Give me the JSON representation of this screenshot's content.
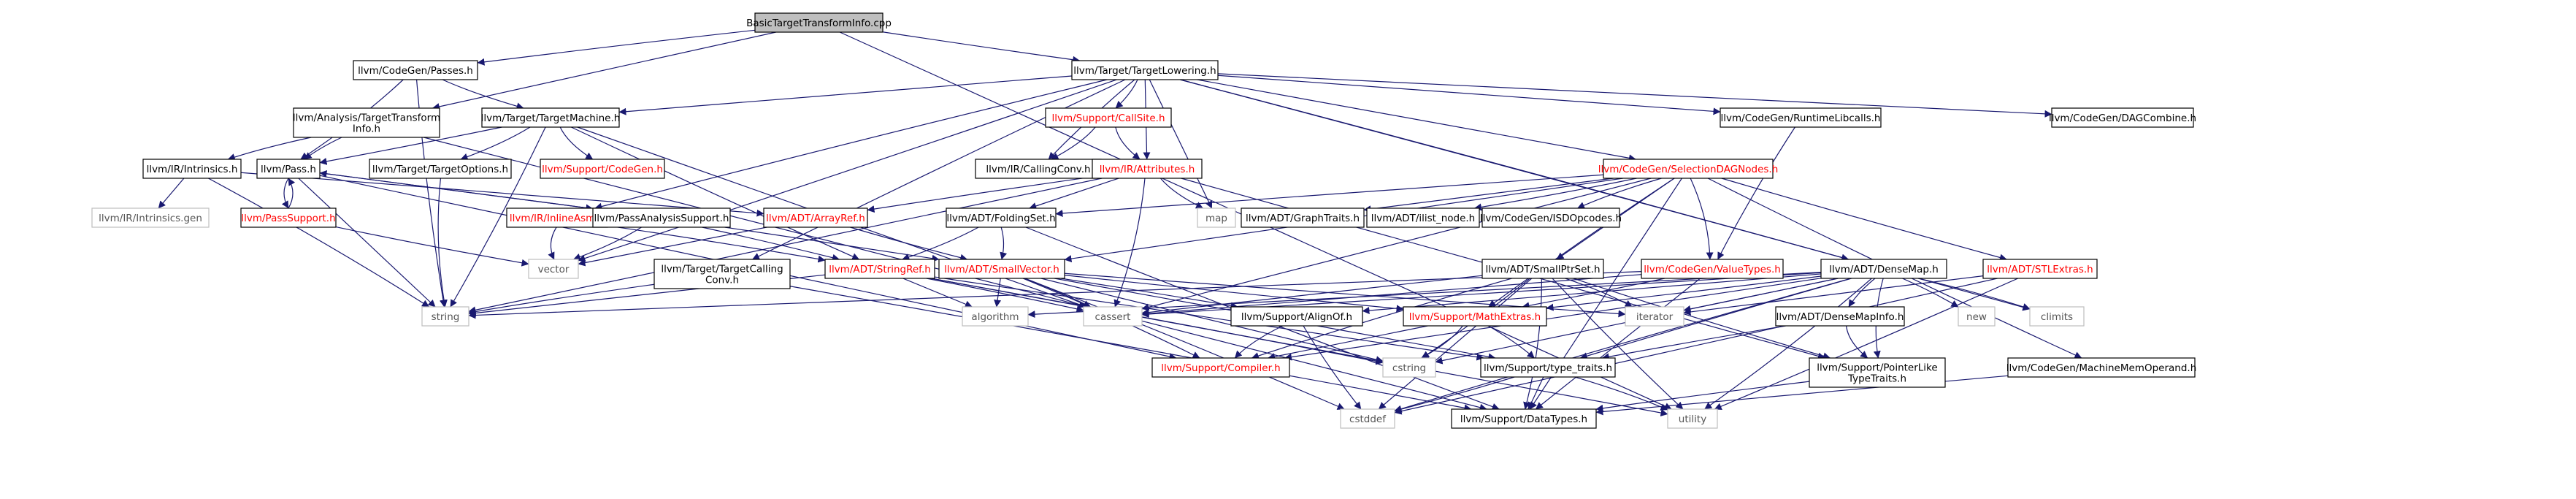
{
  "colors": {
    "root_fill": "#bfbfbf",
    "node_fill": "#ffffff",
    "node_stroke": "#000000",
    "text": "#000000",
    "red_text": "#ff0000",
    "ghost_stroke": "#bfbfbf",
    "ghost_text": "#555555",
    "edge": "#191970"
  },
  "nodes": [
    {
      "id": "root",
      "label": "BasicTargetTransformInfo.cpp",
      "style": "root"
    },
    {
      "id": "codegen_passes",
      "label": "llvm/CodeGen/Passes.h"
    },
    {
      "id": "target_lowering",
      "label": "llvm/Target/TargetLowering.h"
    },
    {
      "id": "analysis_tti",
      "label": "llvm/Analysis/TargetTransform\nInfo.h"
    },
    {
      "id": "target_machine",
      "label": "llvm/Target/TargetMachine.h"
    },
    {
      "id": "callsite",
      "label": "llvm/Support/CallSite.h",
      "style": "red"
    },
    {
      "id": "runtime_libcalls",
      "label": "llvm/CodeGen/RuntimeLibcalls.h"
    },
    {
      "id": "dag_combine",
      "label": "llvm/CodeGen/DAGCombine.h"
    },
    {
      "id": "ir_intrinsics",
      "label": "llvm/IR/Intrinsics.h"
    },
    {
      "id": "pass",
      "label": "llvm/Pass.h"
    },
    {
      "id": "target_options",
      "label": "llvm/Target/TargetOptions.h"
    },
    {
      "id": "support_codegen",
      "label": "llvm/Support/CodeGen.h",
      "style": "red"
    },
    {
      "id": "ir_callingconv",
      "label": "llvm/IR/CallingConv.h"
    },
    {
      "id": "ir_attributes",
      "label": "llvm/IR/Attributes.h",
      "style": "red"
    },
    {
      "id": "selection_dag_nodes",
      "label": "llvm/CodeGen/SelectionDAGNodes.h",
      "style": "red"
    },
    {
      "id": "intrinsics_gen",
      "label": "llvm/IR/Intrinsics.gen",
      "style": "ghost"
    },
    {
      "id": "pass_support",
      "label": "llvm/PassSupport.h",
      "style": "red"
    },
    {
      "id": "ir_inline_asm",
      "label": "llvm/IR/InlineAsm.h",
      "style": "red"
    },
    {
      "id": "pass_analysis_support",
      "label": "llvm/PassAnalysisSupport.h"
    },
    {
      "id": "adt_arrayref",
      "label": "llvm/ADT/ArrayRef.h",
      "style": "red"
    },
    {
      "id": "adt_foldingset",
      "label": "llvm/ADT/FoldingSet.h"
    },
    {
      "id": "map",
      "label": "map",
      "style": "ghost"
    },
    {
      "id": "adt_graphtraits",
      "label": "llvm/ADT/GraphTraits.h"
    },
    {
      "id": "adt_ilist_node",
      "label": "llvm/ADT/ilist_node.h"
    },
    {
      "id": "isd_opcodes",
      "label": "llvm/CodeGen/ISDOpcodes.h"
    },
    {
      "id": "adt_stlextras",
      "label": "llvm/ADT/STLExtras.h",
      "style": "red"
    },
    {
      "id": "vector",
      "label": "vector",
      "style": "ghost"
    },
    {
      "id": "target_callingconv",
      "label": "llvm/Target/TargetCalling\nConv.h"
    },
    {
      "id": "adt_stringref",
      "label": "llvm/ADT/StringRef.h",
      "style": "red"
    },
    {
      "id": "adt_smallvector",
      "label": "llvm/ADT/SmallVector.h",
      "style": "red"
    },
    {
      "id": "adt_smallptrset",
      "label": "llvm/ADT/SmallPtrSet.h"
    },
    {
      "id": "codegen_valuetypes",
      "label": "llvm/CodeGen/ValueTypes.h",
      "style": "red"
    },
    {
      "id": "adt_densemap",
      "label": "llvm/ADT/DenseMap.h"
    },
    {
      "id": "string",
      "label": "string",
      "style": "ghost"
    },
    {
      "id": "algorithm",
      "label": "algorithm",
      "style": "ghost"
    },
    {
      "id": "cassert",
      "label": "cassert",
      "style": "ghost"
    },
    {
      "id": "support_alignof",
      "label": "llvm/Support/AlignOf.h"
    },
    {
      "id": "support_mathextras",
      "label": "llvm/Support/MathExtras.h",
      "style": "red"
    },
    {
      "id": "iterator",
      "label": "iterator",
      "style": "ghost"
    },
    {
      "id": "adt_densemapinfo",
      "label": "llvm/ADT/DenseMapInfo.h"
    },
    {
      "id": "new",
      "label": "new",
      "style": "ghost"
    },
    {
      "id": "climits",
      "label": "climits",
      "style": "ghost"
    },
    {
      "id": "support_compiler",
      "label": "llvm/Support/Compiler.h",
      "style": "red"
    },
    {
      "id": "cstring",
      "label": "cstring",
      "style": "ghost"
    },
    {
      "id": "support_type_traits",
      "label": "llvm/Support/type_traits.h"
    },
    {
      "id": "support_pointerlike",
      "label": "llvm/Support/PointerLike\nTypeTraits.h"
    },
    {
      "id": "machine_mem_operand",
      "label": "llvm/CodeGen/MachineMemOperand.h"
    },
    {
      "id": "cstddef",
      "label": "cstddef",
      "style": "ghost"
    },
    {
      "id": "support_datatypes",
      "label": "llvm/Support/DataTypes.h"
    },
    {
      "id": "utility",
      "label": "utility",
      "style": "ghost"
    }
  ],
  "edges": [
    [
      "root",
      "codegen_passes"
    ],
    [
      "root",
      "target_lowering"
    ],
    [
      "root",
      "analysis_tti"
    ],
    [
      "root",
      "utility"
    ],
    [
      "codegen_passes",
      "pass"
    ],
    [
      "codegen_passes",
      "target_machine"
    ],
    [
      "codegen_passes",
      "string"
    ],
    [
      "target_lowering",
      "target_machine"
    ],
    [
      "target_lowering",
      "callsite"
    ],
    [
      "target_lowering",
      "runtime_libcalls"
    ],
    [
      "target_lowering",
      "dag_combine"
    ],
    [
      "target_lowering",
      "ir_callingconv"
    ],
    [
      "target_lowering",
      "ir_attributes"
    ],
    [
      "target_lowering",
      "selection_dag_nodes"
    ],
    [
      "target_lowering",
      "adt_densemap"
    ],
    [
      "target_lowering",
      "ir_inline_asm"
    ],
    [
      "target_lowering",
      "target_callingconv"
    ],
    [
      "target_lowering",
      "map"
    ],
    [
      "target_lowering",
      "vector"
    ],
    [
      "target_lowering",
      "climits"
    ],
    [
      "analysis_tti",
      "ir_intrinsics"
    ],
    [
      "analysis_tti",
      "pass"
    ],
    [
      "analysis_tti",
      "support_datatypes"
    ],
    [
      "target_machine",
      "pass"
    ],
    [
      "target_machine",
      "target_options"
    ],
    [
      "target_machine",
      "support_codegen"
    ],
    [
      "target_machine",
      "adt_stringref"
    ],
    [
      "target_machine",
      "cassert"
    ],
    [
      "target_machine",
      "string"
    ],
    [
      "callsite",
      "ir_callingconv"
    ],
    [
      "callsite",
      "ir_attributes"
    ],
    [
      "runtime_libcalls",
      "codegen_valuetypes"
    ],
    [
      "ir_intrinsics",
      "intrinsics_gen"
    ],
    [
      "ir_intrinsics",
      "adt_arrayref"
    ],
    [
      "ir_intrinsics",
      "string"
    ],
    [
      "pass",
      "pass_support"
    ],
    [
      "pass",
      "pass_analysis_support"
    ],
    [
      "pass",
      "string"
    ],
    [
      "pass",
      "support_compiler"
    ],
    [
      "pass_support",
      "pass"
    ],
    [
      "pass_support",
      "vector"
    ],
    [
      "pass_analysis_support",
      "pass"
    ],
    [
      "pass_analysis_support",
      "adt_smallvector"
    ],
    [
      "pass_analysis_support",
      "adt_stringref"
    ],
    [
      "pass_analysis_support",
      "vector"
    ],
    [
      "target_options",
      "string"
    ],
    [
      "ir_attributes",
      "adt_arrayref"
    ],
    [
      "ir_attributes",
      "adt_foldingset"
    ],
    [
      "ir_attributes",
      "support_pointerlike"
    ],
    [
      "ir_attributes",
      "cassert"
    ],
    [
      "ir_attributes",
      "map"
    ],
    [
      "ir_attributes",
      "string"
    ],
    [
      "selection_dag_nodes",
      "adt_foldingset"
    ],
    [
      "selection_dag_nodes",
      "adt_graphtraits"
    ],
    [
      "selection_dag_nodes",
      "adt_ilist_node"
    ],
    [
      "selection_dag_nodes",
      "isd_opcodes"
    ],
    [
      "selection_dag_nodes",
      "adt_stlextras"
    ],
    [
      "selection_dag_nodes",
      "adt_smallptrset"
    ],
    [
      "selection_dag_nodes",
      "adt_smallvector"
    ],
    [
      "selection_dag_nodes",
      "codegen_valuetypes"
    ],
    [
      "selection_dag_nodes",
      "machine_mem_operand"
    ],
    [
      "selection_dag_nodes",
      "support_mathextras"
    ],
    [
      "selection_dag_nodes",
      "support_datatypes"
    ],
    [
      "selection_dag_nodes",
      "cassert"
    ],
    [
      "ir_inline_asm",
      "adt_stringref"
    ],
    [
      "ir_inline_asm",
      "vector"
    ],
    [
      "adt_arrayref",
      "adt_smallvector"
    ],
    [
      "adt_arrayref",
      "vector"
    ],
    [
      "adt_foldingset",
      "adt_smallvector"
    ],
    [
      "adt_foldingset",
      "adt_stringref"
    ],
    [
      "adt_foldingset",
      "support_datatypes"
    ],
    [
      "adt_stlextras",
      "cstddef"
    ],
    [
      "adt_stlextras",
      "iterator"
    ],
    [
      "adt_stlextras",
      "utility"
    ],
    [
      "target_callingconv",
      "support_datatypes"
    ],
    [
      "target_callingconv",
      "string"
    ],
    [
      "adt_stringref",
      "support_type_traits"
    ],
    [
      "adt_stringref",
      "algorithm"
    ],
    [
      "adt_stringref",
      "cassert"
    ],
    [
      "adt_stringref",
      "cstring"
    ],
    [
      "adt_stringref",
      "limits"
    ],
    [
      "adt_stringref",
      "string"
    ],
    [
      "adt_stringref",
      "utility"
    ],
    [
      "adt_smallvector",
      "support_alignof"
    ],
    [
      "adt_smallvector",
      "support_compiler"
    ],
    [
      "adt_smallvector",
      "support_mathextras"
    ],
    [
      "adt_smallvector",
      "support_type_traits"
    ],
    [
      "adt_smallvector",
      "algorithm"
    ],
    [
      "adt_smallvector",
      "cassert"
    ],
    [
      "adt_smallvector",
      "cstddef"
    ],
    [
      "adt_smallvector",
      "cstdlib"
    ],
    [
      "adt_smallvector",
      "cstring"
    ],
    [
      "adt_smallvector",
      "iterator"
    ],
    [
      "adt_smallvector",
      "memory"
    ],
    [
      "adt_smallptrset",
      "support_datatypes"
    ],
    [
      "adt_smallptrset",
      "support_pointerlike"
    ],
    [
      "adt_smallptrset",
      "cassert"
    ],
    [
      "adt_smallptrset",
      "cstddef"
    ],
    [
      "adt_smallptrset",
      "cstring"
    ],
    [
      "adt_smallptrset",
      "iterator"
    ],
    [
      "adt_smallptrset",
      "support_compiler"
    ],
    [
      "adt_smallptrset",
      "utility"
    ],
    [
      "codegen_valuetypes",
      "support_datatypes"
    ],
    [
      "codegen_valuetypes",
      "support_mathextras"
    ],
    [
      "codegen_valuetypes",
      "cassert"
    ],
    [
      "codegen_valuetypes",
      "string"
    ],
    [
      "adt_densemap",
      "adt_densemapinfo"
    ],
    [
      "adt_densemap",
      "support_alignof"
    ],
    [
      "adt_densemap",
      "support_compiler"
    ],
    [
      "adt_densemap",
      "support_mathextras"
    ],
    [
      "adt_densemap",
      "support_pointerlike"
    ],
    [
      "adt_densemap",
      "support_type_traits"
    ],
    [
      "adt_densemap",
      "algorithm"
    ],
    [
      "adt_densemap",
      "cassert"
    ],
    [
      "adt_densemap",
      "climits"
    ],
    [
      "adt_densemap",
      "cstddef"
    ],
    [
      "adt_densemap",
      "cstring"
    ],
    [
      "adt_densemap",
      "iterator"
    ],
    [
      "adt_densemap",
      "new"
    ],
    [
      "adt_densemap",
      "utility"
    ],
    [
      "support_alignof",
      "support_compiler"
    ],
    [
      "support_alignof",
      "cstddef"
    ],
    [
      "support_mathextras",
      "support_compiler"
    ],
    [
      "support_mathextras",
      "support_type_traits"
    ],
    [
      "support_mathextras",
      "cstring"
    ],
    [
      "adt_densemapinfo",
      "support_pointerlike"
    ],
    [
      "adt_densemapinfo",
      "support_type_traits"
    ],
    [
      "support_type_traits",
      "support_datatypes"
    ],
    [
      "support_type_traits",
      "cstddef"
    ],
    [
      "support_type_traits",
      "utility"
    ],
    [
      "support_pointerlike",
      "support_datatypes"
    ],
    [
      "machine_mem_operand",
      "support_datatypes"
    ]
  ]
}
